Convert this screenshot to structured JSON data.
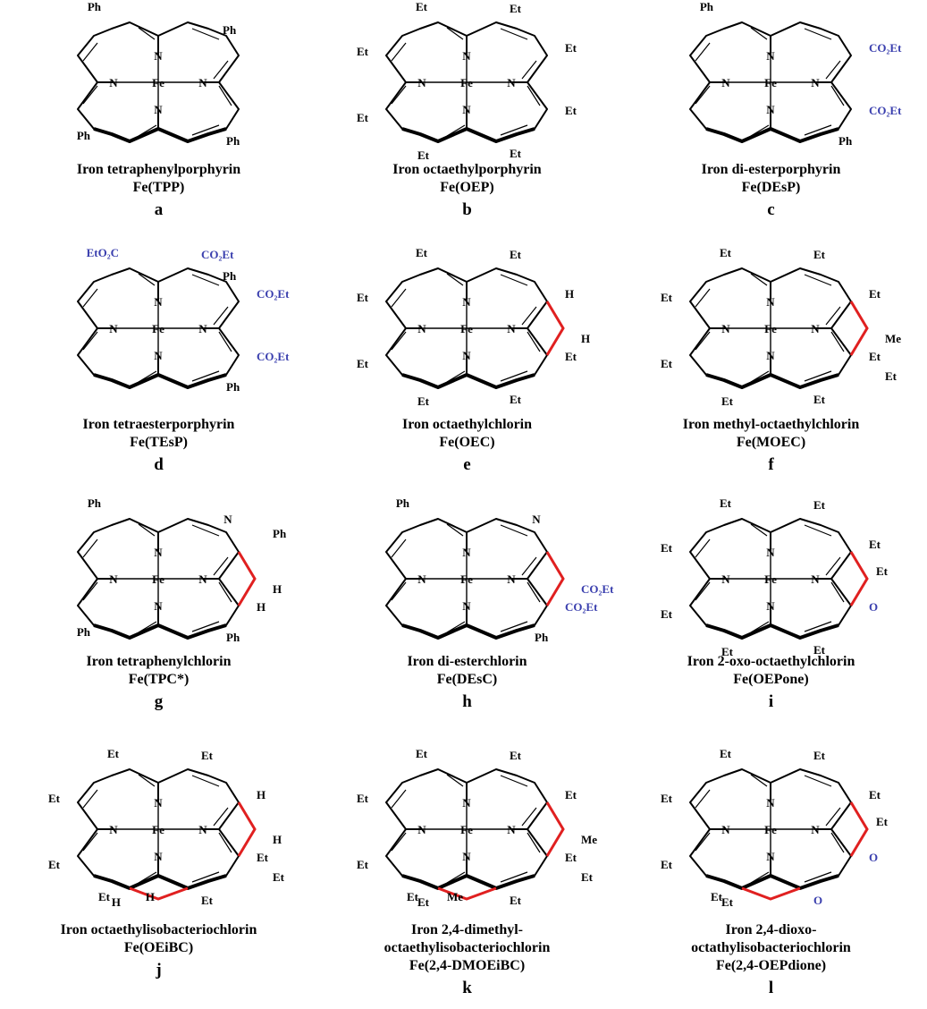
{
  "compounds": [
    {
      "name": "Iron tetraphenylporphyrin",
      "name2": "",
      "abbr": "Fe(TPP)",
      "letter": "a",
      "subs": [
        {
          "t": "Ph",
          "p": "m0"
        },
        {
          "t": "Ph",
          "p": "m1"
        },
        {
          "t": "Ph",
          "p": "m2"
        },
        {
          "t": "Ph",
          "p": "m3"
        }
      ],
      "ring": "none",
      "marks": []
    },
    {
      "name": "Iron octaethylporphyrin",
      "name2": "",
      "abbr": "Fe(OEP)",
      "letter": "b",
      "subs": [
        {
          "t": "Et",
          "p": "b0"
        },
        {
          "t": "Et",
          "p": "b1"
        },
        {
          "t": "Et",
          "p": "b2"
        },
        {
          "t": "Et",
          "p": "b3"
        },
        {
          "t": "Et",
          "p": "b4"
        },
        {
          "t": "Et",
          "p": "b5"
        },
        {
          "t": "Et",
          "p": "b6"
        },
        {
          "t": "Et",
          "p": "b7"
        }
      ],
      "ring": "none",
      "marks": []
    },
    {
      "name": "Iron di-esterporphyrin",
      "name2": "",
      "abbr": "Fe(DEsP)",
      "letter": "c",
      "subs": [
        {
          "t": "Ph",
          "p": "m0"
        },
        {
          "t": "Ph",
          "p": "m2"
        },
        {
          "t": "CO₂Et",
          "p": "b2",
          "c": "blue"
        },
        {
          "t": "CO₂Et",
          "p": "b3",
          "c": "blue"
        }
      ],
      "ring": "none",
      "marks": []
    },
    {
      "name": "Iron tetraesterporphyrin",
      "name2": "",
      "abbr": "Fe(TEsP)",
      "letter": "d",
      "subs": [
        {
          "t": "EtO₂C",
          "p": "b0",
          "c": "blue"
        },
        {
          "t": "CO₂Et",
          "p": "b1",
          "c": "blue"
        },
        {
          "t": "CO₂Et",
          "p": "b2",
          "c": "blue"
        },
        {
          "t": "CO₂Et",
          "p": "b3",
          "c": "blue"
        },
        {
          "t": "Ph",
          "p": "m1"
        },
        {
          "t": "Ph",
          "p": "m2"
        }
      ],
      "ring": "none",
      "marks": []
    },
    {
      "name": "Iron octaethylchlorin",
      "name2": "",
      "abbr": "Fe(OEC)",
      "letter": "e",
      "subs": [
        {
          "t": "Et",
          "p": "b0"
        },
        {
          "t": "Et",
          "p": "b1"
        },
        {
          "t": "H",
          "p": "b2"
        },
        {
          "t": "H",
          "p": "b3a"
        },
        {
          "t": "Et",
          "p": "b3"
        },
        {
          "t": "Et",
          "p": "b4"
        },
        {
          "t": "Et",
          "p": "b5"
        },
        {
          "t": "Et",
          "p": "b6"
        },
        {
          "t": "Et",
          "p": "b7"
        }
      ],
      "ring": "east",
      "marks": [
        "east"
      ]
    },
    {
      "name": "Iron methyl-octaethylchlorin",
      "name2": "",
      "abbr": "Fe(MOEC)",
      "letter": "f",
      "subs": [
        {
          "t": "Et",
          "p": "b0"
        },
        {
          "t": "Et",
          "p": "b1"
        },
        {
          "t": "Et",
          "p": "b2"
        },
        {
          "t": "Me",
          "p": "b3a"
        },
        {
          "t": "Et",
          "p": "b3b"
        },
        {
          "t": "Et",
          "p": "b3"
        },
        {
          "t": "Et",
          "p": "b4"
        },
        {
          "t": "Et",
          "p": "b5"
        },
        {
          "t": "Et",
          "p": "b6"
        },
        {
          "t": "Et",
          "p": "b7"
        }
      ],
      "ring": "east",
      "marks": [
        "east"
      ]
    },
    {
      "name": "Iron tetraphenylchlorin",
      "name2": "",
      "abbr": "Fe(TPC*)",
      "letter": "g",
      "subs": [
        {
          "t": "Ph",
          "p": "m0"
        },
        {
          "t": "Ph",
          "p": "m2"
        },
        {
          "t": "Ph",
          "p": "m3"
        },
        {
          "t": "N",
          "p": "bridgeN"
        },
        {
          "t": "Ph",
          "p": "bridgePh"
        },
        {
          "t": "H",
          "p": "b3"
        },
        {
          "t": "H",
          "p": "b3a"
        }
      ],
      "ring": "east",
      "marks": [
        "east"
      ]
    },
    {
      "name": "Iron di-esterchlorin",
      "name2": "",
      "abbr": "Fe(DEsC)",
      "letter": "h",
      "subs": [
        {
          "t": "Ph",
          "p": "m0"
        },
        {
          "t": "Ph",
          "p": "m2"
        },
        {
          "t": "N",
          "p": "bridgeN"
        },
        {
          "t": "CO₂Et",
          "p": "b3a",
          "c": "blue"
        },
        {
          "t": "CO₂Et",
          "p": "b3",
          "c": "blue"
        }
      ],
      "ring": "east",
      "marks": [
        "east"
      ]
    },
    {
      "name": "Iron 2-oxo-octaethylchlorin",
      "name2": "",
      "abbr": "Fe(OEPone)",
      "letter": "i",
      "subs": [
        {
          "t": "Et",
          "p": "b0"
        },
        {
          "t": "Et",
          "p": "b1"
        },
        {
          "t": "Et",
          "p": "b2"
        },
        {
          "t": "Et",
          "p": "b2b"
        },
        {
          "t": "O",
          "p": "b3",
          "c": "blue"
        },
        {
          "t": "Et",
          "p": "b4"
        },
        {
          "t": "Et",
          "p": "b5"
        },
        {
          "t": "Et",
          "p": "b6"
        },
        {
          "t": "Et",
          "p": "b7"
        }
      ],
      "ring": "east",
      "marks": [
        "east"
      ]
    },
    {
      "name": "Iron octaethylisobacteriochlorin",
      "name2": "",
      "abbr": "Fe(OEiBC)",
      "letter": "j",
      "subs": [
        {
          "t": "Et",
          "p": "b0"
        },
        {
          "t": "Et",
          "p": "b1"
        },
        {
          "t": "H",
          "p": "b2"
        },
        {
          "t": "H",
          "p": "b3a"
        },
        {
          "t": "Et",
          "p": "b3b"
        },
        {
          "t": "Et",
          "p": "b3"
        },
        {
          "t": "H",
          "p": "b4a"
        },
        {
          "t": "Et",
          "p": "b4"
        },
        {
          "t": "H",
          "p": "b5"
        },
        {
          "t": "Et",
          "p": "b5b"
        },
        {
          "t": "Et",
          "p": "b6"
        },
        {
          "t": "Et",
          "p": "b7"
        }
      ],
      "ring": "eastsouth",
      "marks": [
        "east",
        "south"
      ]
    },
    {
      "name": "Iron 2,4-dimethyl-",
      "name2": "octaethylisobacteriochlorin",
      "abbr": "Fe(2,4-DMOEiBC)",
      "letter": "k",
      "subs": [
        {
          "t": "Et",
          "p": "b0"
        },
        {
          "t": "Et",
          "p": "b1"
        },
        {
          "t": "Et",
          "p": "b2"
        },
        {
          "t": "Me",
          "p": "b3a"
        },
        {
          "t": "Et",
          "p": "b3b"
        },
        {
          "t": "Et",
          "p": "b3"
        },
        {
          "t": "Me",
          "p": "b4a"
        },
        {
          "t": "Et",
          "p": "b4"
        },
        {
          "t": "Et",
          "p": "b5"
        },
        {
          "t": "Et",
          "p": "b5b"
        },
        {
          "t": "Et",
          "p": "b6"
        },
        {
          "t": "Et",
          "p": "b7"
        }
      ],
      "ring": "eastsouth",
      "marks": [
        "east",
        "south"
      ]
    },
    {
      "name": "Iron 2,4-dioxo-",
      "name2": "octathylisobacteriochlorin",
      "abbr": "Fe(2,4-OEPdione)",
      "letter": "l",
      "subs": [
        {
          "t": "Et",
          "p": "b0"
        },
        {
          "t": "Et",
          "p": "b1"
        },
        {
          "t": "Et",
          "p": "b2"
        },
        {
          "t": "Et",
          "p": "b2b"
        },
        {
          "t": "O",
          "p": "b3",
          "c": "blue"
        },
        {
          "t": "O",
          "p": "b4",
          "c": "blue"
        },
        {
          "t": "Et",
          "p": "b5"
        },
        {
          "t": "Et",
          "p": "b5b"
        },
        {
          "t": "Et",
          "p": "b6"
        },
        {
          "t": "Et",
          "p": "b7"
        }
      ],
      "ring": "eastsouth",
      "marks": [
        "east",
        "south"
      ]
    }
  ],
  "atoms": {
    "fe": "Fe",
    "n": "N"
  },
  "colors": {
    "bond": "#000000",
    "ester": "#3a3fae",
    "sp3": "#e02020"
  }
}
